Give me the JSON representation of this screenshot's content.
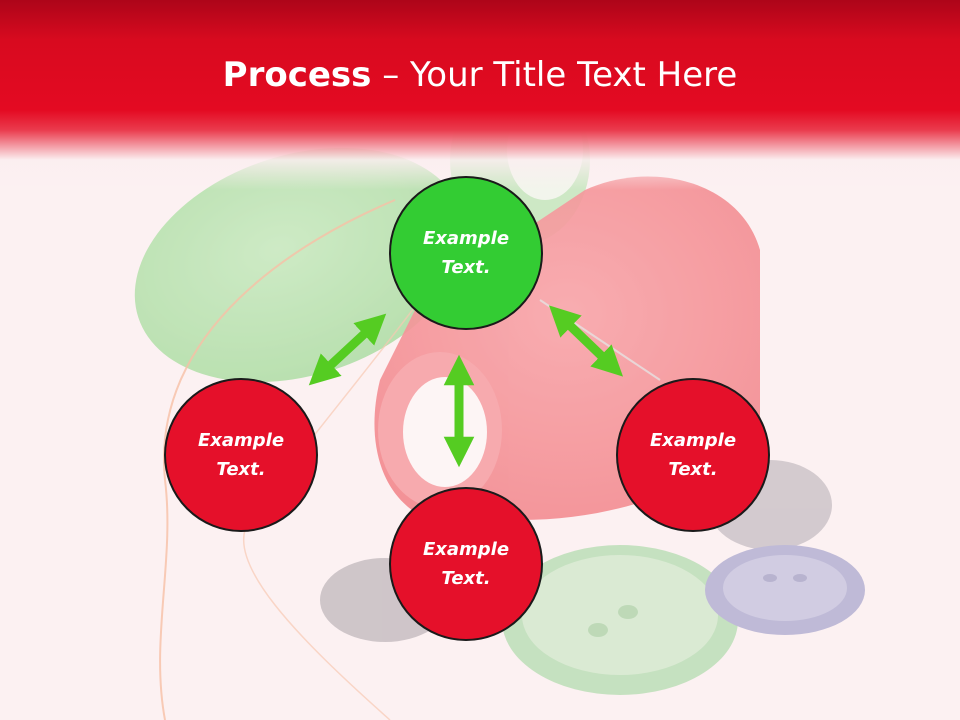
{
  "title": {
    "bold": "Process",
    "dash": " – ",
    "rest": "Your Title Text Here"
  },
  "nodes": {
    "top": {
      "label": "Example Text.",
      "color": "#33cc33"
    },
    "left": {
      "label": "Example Text.",
      "color": "#e5102a"
    },
    "right": {
      "label": "Example Text.",
      "color": "#e5102a"
    },
    "bottom": {
      "label": "Example Text.",
      "color": "#e5102a"
    }
  },
  "colors": {
    "header": "#e40a22",
    "arrow": "#55cc22",
    "background": "#fbeef0"
  },
  "icons": {
    "connector": "double-headed-arrow"
  }
}
